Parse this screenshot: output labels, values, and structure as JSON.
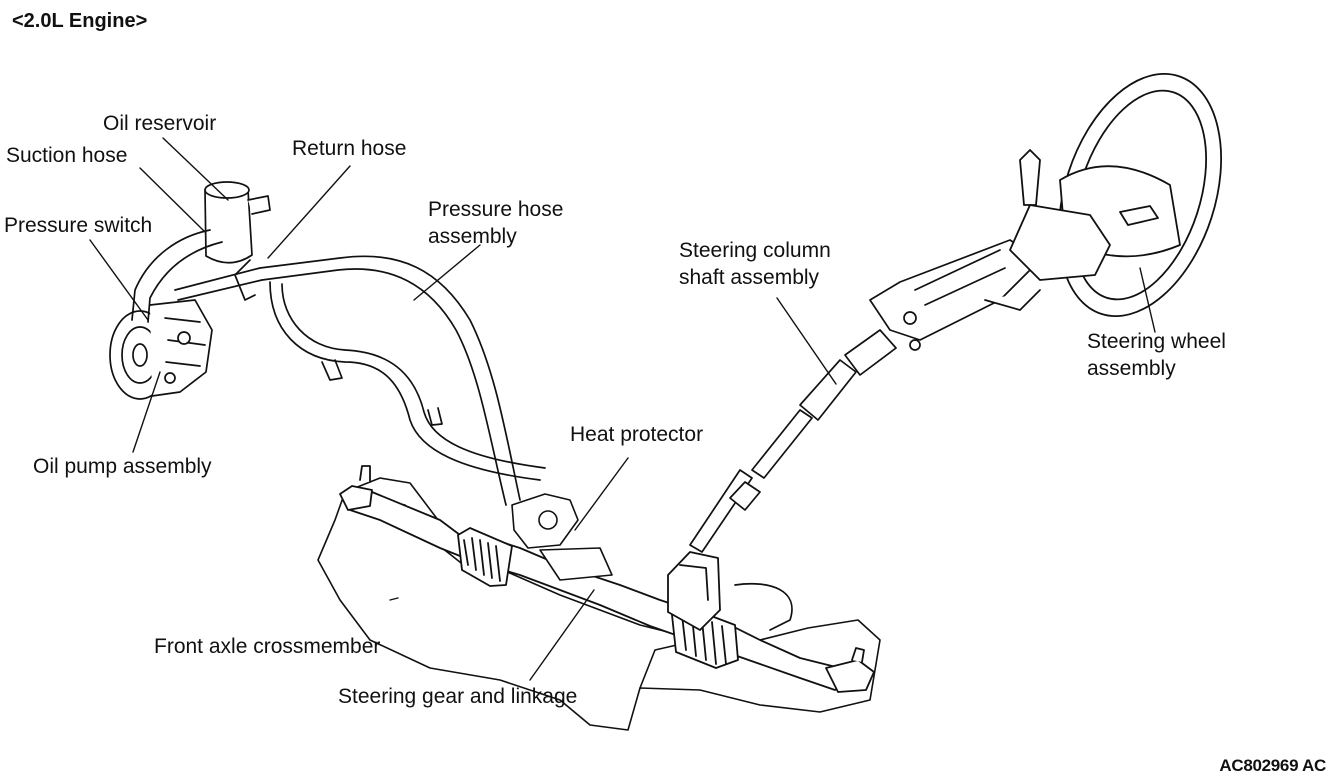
{
  "title": "<2.0L Engine>",
  "figure_id": "AC802969 AC",
  "labels": {
    "oil_reservoir": "Oil reservoir",
    "suction_hose": "Suction hose",
    "return_hose": "Return hose",
    "pressure_switch": "Pressure switch",
    "pressure_hose_1": "Pressure hose",
    "pressure_hose_2": "assembly",
    "steering_column_1": "Steering column",
    "steering_column_2": "shaft assembly",
    "steering_wheel_1": "Steering wheel",
    "steering_wheel_2": "assembly",
    "oil_pump": "Oil pump assembly",
    "heat_protector": "Heat protector",
    "front_axle": "Front axle crossmember",
    "steering_gear": "Steering gear and linkage"
  }
}
